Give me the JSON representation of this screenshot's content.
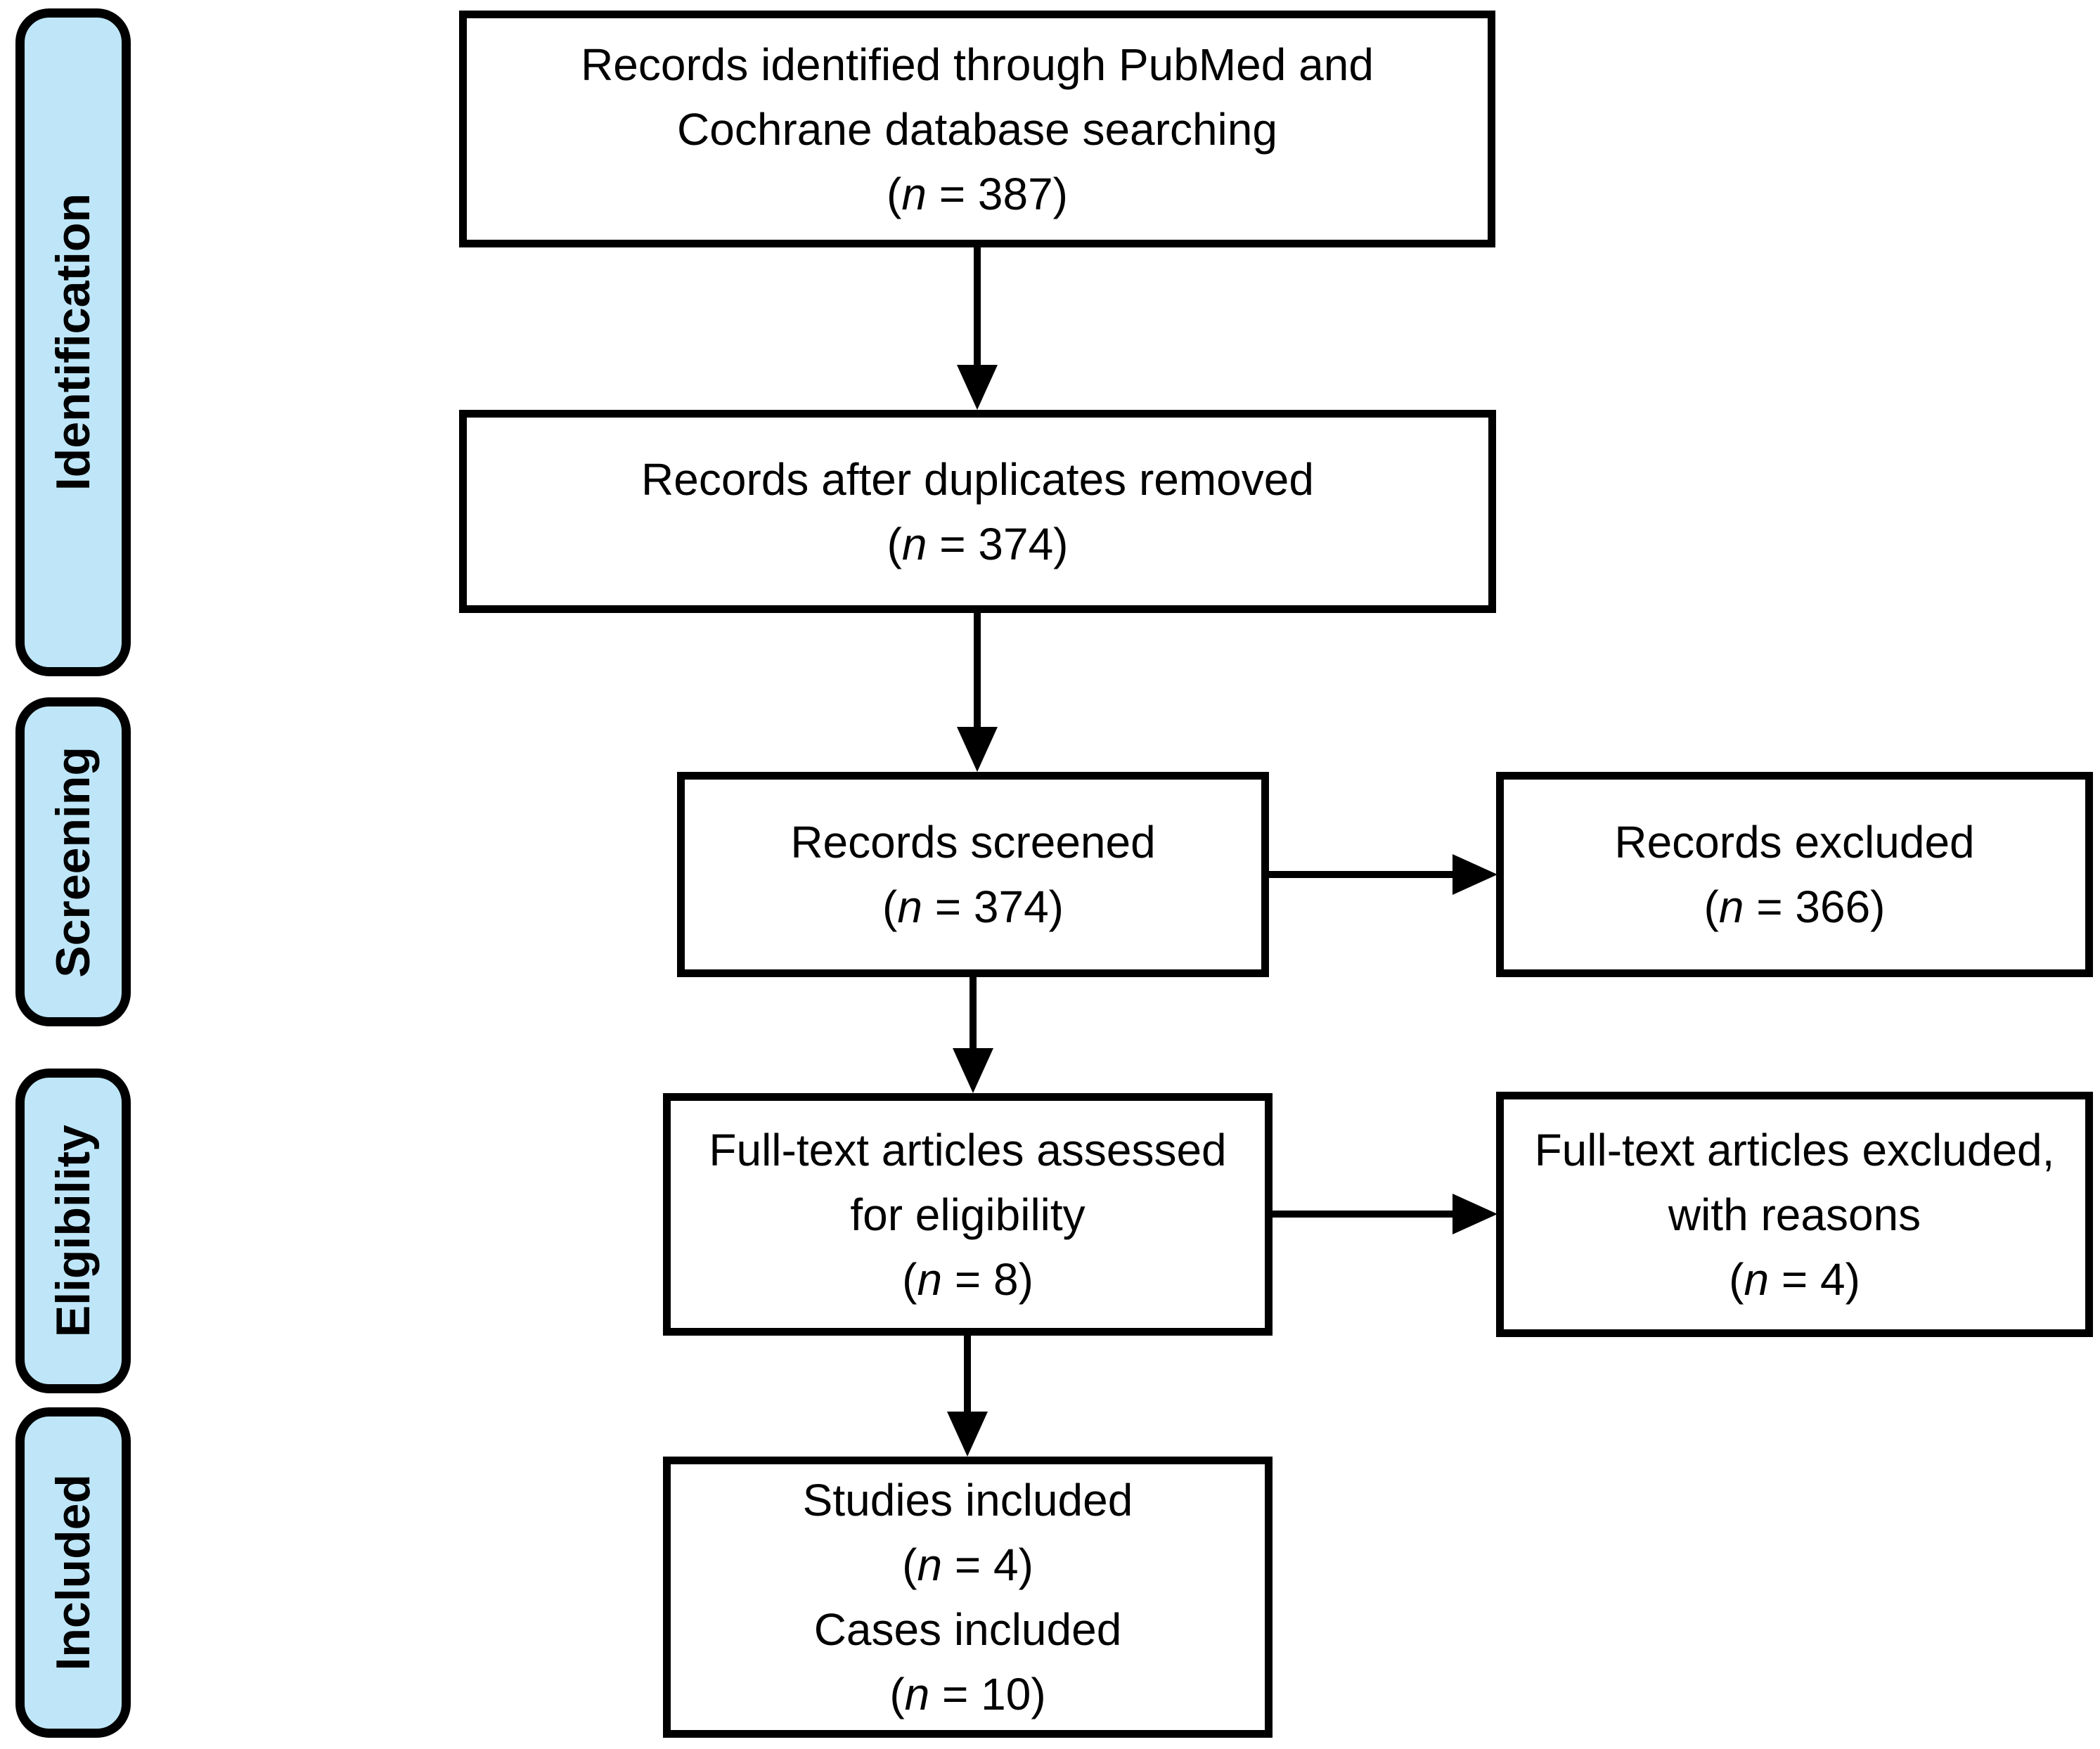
{
  "shared": {
    "paren_open": "(",
    "n_italic": "n"
  },
  "sidebar": {
    "items": [
      {
        "label": "Identification"
      },
      {
        "label": "Screening"
      },
      {
        "label": "Eligibility"
      },
      {
        "label": "Included"
      }
    ]
  },
  "boxes": {
    "identified": {
      "line1": "Records identified through PubMed and",
      "line2": "Cochrane database searching",
      "count_rest": " = 387)"
    },
    "after_duplicates": {
      "line1": "Records after duplicates removed",
      "count_rest": " = 374)"
    },
    "screened": {
      "line1": "Records screened",
      "count_rest": " = 374)"
    },
    "records_excluded": {
      "line1": "Records excluded",
      "count_rest": " = 366)"
    },
    "fulltext_assessed": {
      "line1": "Full-text articles assessed",
      "line2": "for eligibility",
      "count_rest": " = 8)"
    },
    "fulltext_excluded": {
      "line1": "Full-text articles excluded,",
      "line2": "with reasons",
      "count_rest": " = 4)"
    },
    "studies_included": {
      "line1": "Studies included",
      "count_rest": " = 4)",
      "line2": "Cases included",
      "count2_rest": " = 10)"
    }
  },
  "colors": {
    "stage_fill": "#bee6f8",
    "line_color": "#000000",
    "box_fill": "#ffffff"
  }
}
